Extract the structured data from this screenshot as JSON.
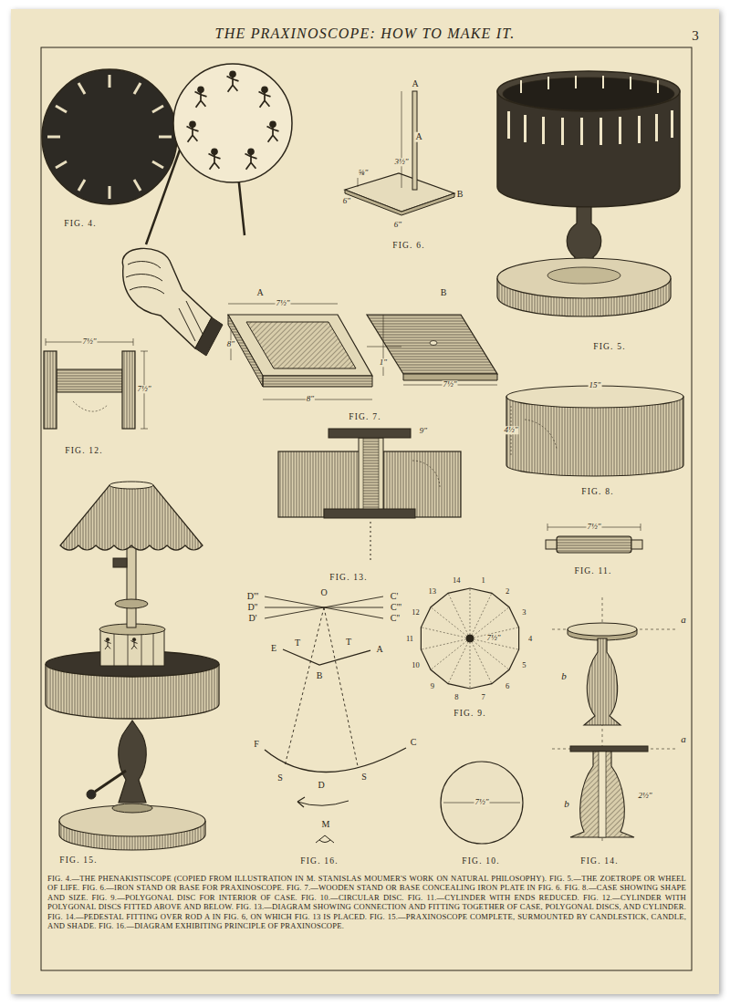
{
  "diagram": {
    "title": "THE PRAXINOSCOPE: HOW TO MAKE IT.",
    "caption": "FIG. 4.—THE PHENAKISTISCOPE (COPIED FROM ILLUSTRATION IN M. STANISLAS MOUMER'S WORK ON NATURAL PHILOSOPHY). FIG. 5.—THE ZOETROPE OR WHEEL OF LIFE. FIG. 6.—IRON STAND OR BASE FOR PRAXINOSCOPE. FIG. 7.—WOODEN STAND OR BASE CONCEALING IRON PLATE IN FIG. 6. FIG. 8.—CASE SHOWING SHAPE AND SIZE. FIG. 9.—POLYGONAL DISC FOR INTERIOR OF CASE. FIG. 10.—CIRCULAR DISC. FIG. 11.—CYLINDER WITH ENDS REDUCED. FIG. 12.—CYLINDER WITH POLYGONAL DISCS FITTED ABOVE AND BELOW. FIG. 13.—DIAGRAM SHOWING CONNECTION AND FITTING TOGETHER OF CASE, POLYGONAL DISCS, AND CYLINDER. FIG. 14.—PEDESTAL FITTING OVER ROD A IN FIG. 6, ON WHICH FIG. 13 IS PLACED. FIG. 15.—PRAXINOSCOPE COMPLETE, SURMOUNTED BY CANDLESTICK, CANDLE, AND SHADE. FIG. 16.—DIAGRAM EXHIBITING PRINCIPLE OF PRAXINOSCOPE.",
    "labels": [
      "3",
      "FIG. 4.",
      "A",
      "A",
      "3½\"",
      "⅝\"",
      "B",
      "6\"",
      "6\"",
      "FIG. 6.",
      "FIG. 5.",
      "A",
      "B",
      "8\"",
      "8\"",
      "1\"",
      "7½\"",
      "7½\"",
      "FIG. 7.",
      "7½\"",
      "7½\"",
      "FIG. 12.",
      "9\"",
      "FIG. 13.",
      "15\"",
      "4½\"",
      "FIG. 8.",
      "7½\"",
      "FIG. 11.",
      "FIG. 15.",
      "D'''",
      "O",
      "C'",
      "D''",
      "C'''",
      "D'",
      "C''",
      "E",
      "T",
      "T",
      "A",
      "B",
      "F",
      "S",
      "D",
      "S",
      "C",
      "M",
      "FIG. 16.",
      "1",
      "2",
      "3",
      "4",
      "5",
      "6",
      "7",
      "8",
      "9",
      "10",
      "11",
      "12",
      "13",
      "14",
      "7½\"",
      "FIG. 9.",
      "7½\"",
      "FIG. 10.",
      "a",
      "b",
      "a",
      "b",
      "2½\"",
      "FIG. 14."
    ]
  }
}
